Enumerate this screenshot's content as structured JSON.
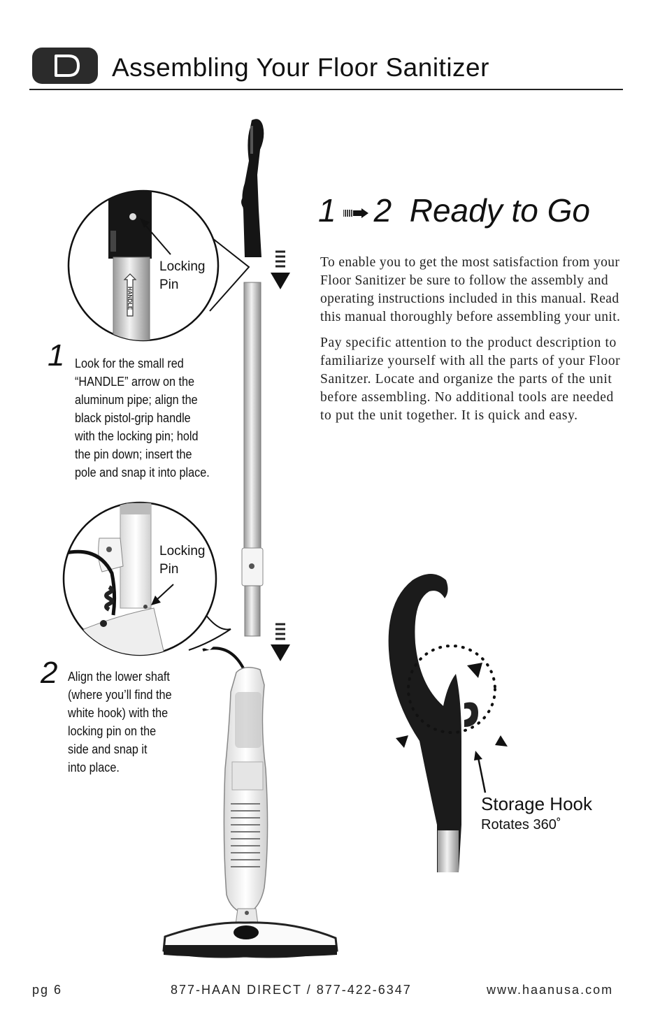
{
  "header": {
    "badge_letter": "D",
    "title": "Assembling Your Floor Sanitizer"
  },
  "ready": {
    "step_from": "1",
    "step_to": "2",
    "title": "Ready to Go"
  },
  "intro": {
    "paragraph1": "To enable you to get the most satisfaction from your Floor Sanitizer be sure to follow the assembly and operating instructions included in this manual. Read this manual thoroughly before assembling your unit.",
    "paragraph2": "Pay specific attention to the product description to familiarize yourself with all the parts of your Floor Sanitzer. Locate and organize the parts of the unit before assembling. No additional tools are needed to put the unit together. It is quick and easy."
  },
  "steps": [
    {
      "number": "1",
      "text": "Look for the small red\n“HANDLE” arrow on the\naluminum pipe; align the\nblack pistol-grip handle\nwith the locking pin; hold\nthe pin down; insert the\npole and snap it into place."
    },
    {
      "number": "2",
      "text": "Align the lower shaft\n(where you’ll find the\nwhite hook) with the\nlocking  pin on the\nside and snap it\ninto place."
    }
  ],
  "callouts": {
    "top_label": "Locking\nPin",
    "bottom_label": "Locking\nPin",
    "pipe_marking": "HANDLE"
  },
  "storage_hook": {
    "title": "Storage Hook",
    "subtitle": "Rotates 360˚"
  },
  "footer": {
    "page": "pg 6",
    "phone": "877-HAAN DIRECT / 877-422-6347",
    "website": "www.haanusa.com"
  }
}
